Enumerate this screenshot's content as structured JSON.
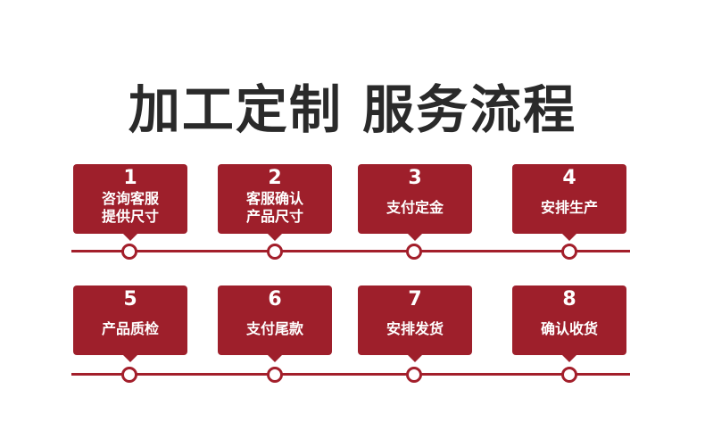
{
  "title": "加工定制 服务流程",
  "steps": [
    {
      "number": "1",
      "label": "咨询客服\n提供尺寸"
    },
    {
      "number": "2",
      "label": "客服确认\n产品尺寸"
    },
    {
      "number": "3",
      "label": "支付定金"
    },
    {
      "number": "4",
      "label": "安排生产"
    },
    {
      "number": "5",
      "label": "产品质检"
    },
    {
      "number": "6",
      "label": "支付尾款"
    },
    {
      "number": "7",
      "label": "安排发货"
    },
    {
      "number": "8",
      "label": "确认收货"
    }
  ],
  "colors": {
    "accent": "#9e1f2b",
    "title": "#2a2a2a"
  }
}
